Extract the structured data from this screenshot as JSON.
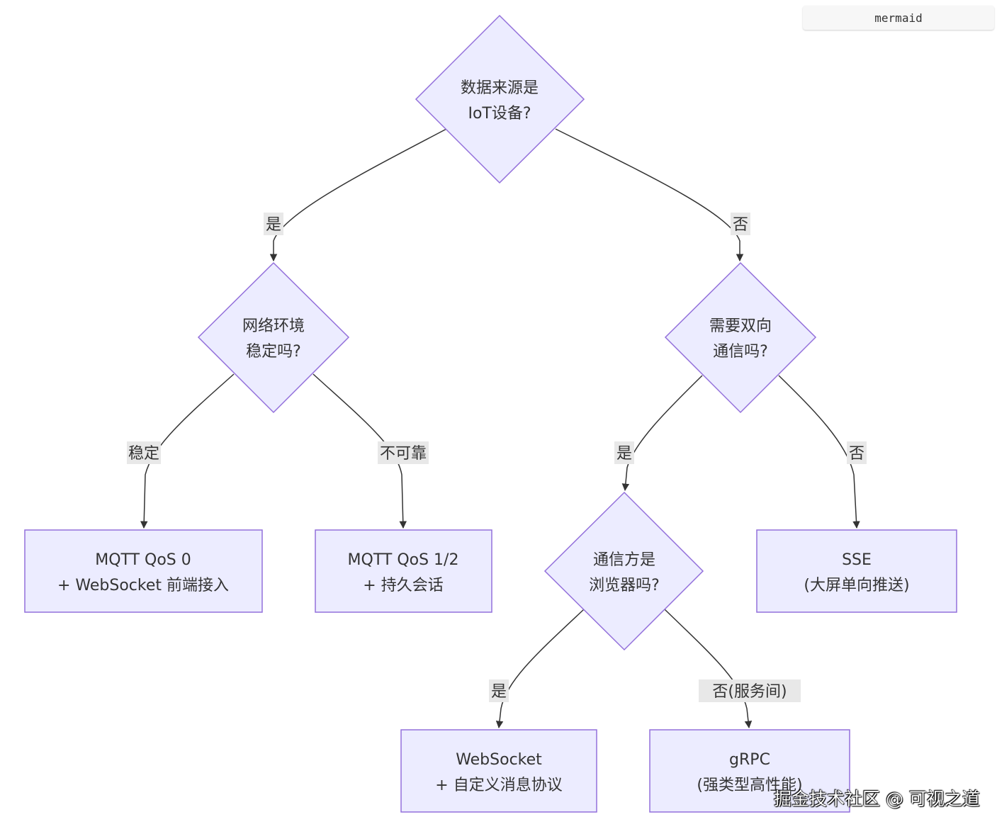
{
  "badge": {
    "label": "mermaid"
  },
  "diagram": {
    "nodes": {
      "q_iot": {
        "line1": "数据来源是",
        "line2": "IoT设备?"
      },
      "q_network": {
        "line1": "网络环境",
        "line2": "稳定吗?"
      },
      "q_duplex": {
        "line1": "需要双向",
        "line2": "通信吗?"
      },
      "r_qos0": {
        "line1": "MQTT QoS 0",
        "line2": "+ WebSocket 前端接入"
      },
      "r_qos12": {
        "line1": "MQTT QoS 1/2",
        "line2": "+ 持久会话"
      },
      "q_browser": {
        "line1": "通信方是",
        "line2": "浏览器吗?"
      },
      "r_sse": {
        "line1": "SSE",
        "line2": "(大屏单向推送)"
      },
      "r_ws": {
        "line1": "WebSocket",
        "line2": "+ 自定义消息协议"
      },
      "r_grpc": {
        "line1": "gRPC",
        "line2": "(强类型高性能)"
      }
    },
    "edges": {
      "iot_yes": "是",
      "iot_no": "否",
      "net_stable": "稳定",
      "net_unreliable": "不可靠",
      "duplex_yes": "是",
      "duplex_no": "否",
      "browser_yes": "是",
      "browser_no": "否(服务间)"
    },
    "colors": {
      "node_fill": "#ECECFF",
      "node_stroke": "#9370DB",
      "edge": "#333333",
      "label_bg": "#E8E8E8"
    }
  },
  "watermark": "掘金技术社区 @ 可视之道"
}
